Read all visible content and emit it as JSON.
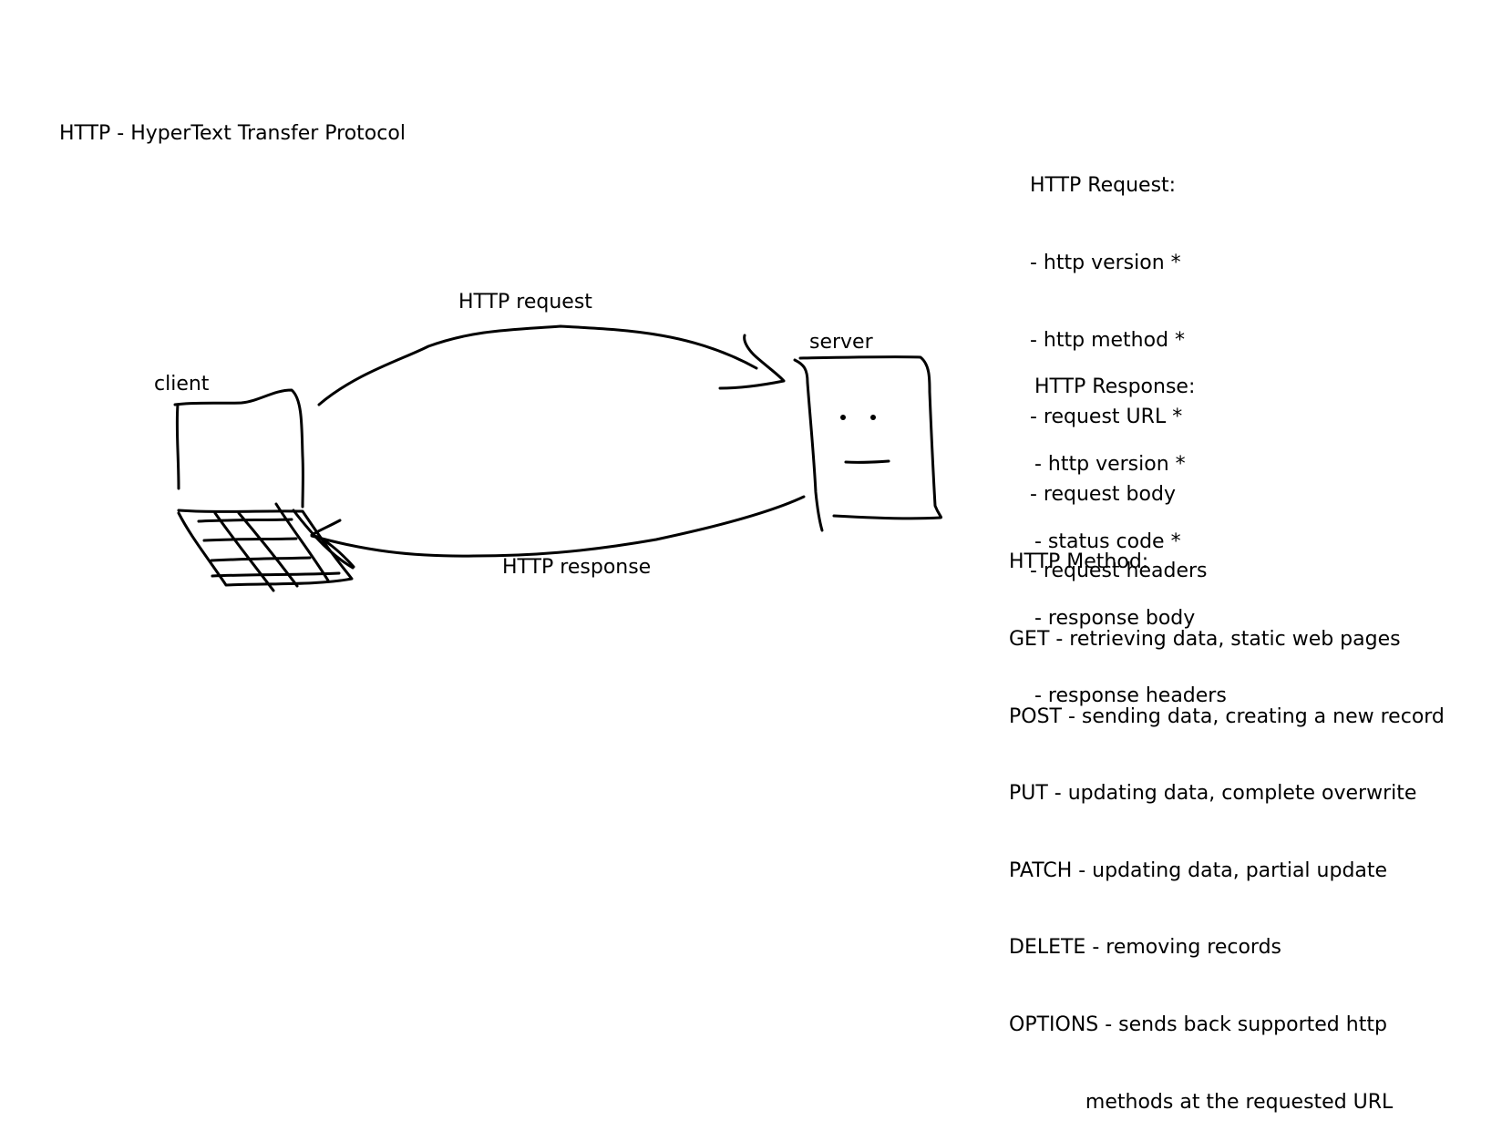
{
  "title": "HTTP - HyperText Transfer Protocol",
  "diagram": {
    "client_label": "client",
    "server_label": "server",
    "request_label": "HTTP request",
    "response_label": "HTTP response"
  },
  "http_request": {
    "heading": "HTTP Request:",
    "items": [
      "- http version *",
      "- http method *",
      "- request URL *",
      "- request body",
      "- request headers"
    ]
  },
  "http_response": {
    "heading": "HTTP Response:",
    "items": [
      "- http version *",
      "- status code *",
      "- response body",
      "- response headers"
    ]
  },
  "http_method": {
    "heading": "HTTP Method:",
    "items": [
      "GET - retrieving data, static web pages",
      "POST - sending data, creating a new record",
      "PUT - updating data, complete overwrite",
      "PATCH - updating data, partial update",
      "DELETE - removing records",
      "OPTIONS - sends back supported http",
      "            methods at the requested URL"
    ]
  },
  "icons": [
    "laptop-icon",
    "server-icon",
    "arrow-right-icon",
    "arrow-left-icon"
  ]
}
